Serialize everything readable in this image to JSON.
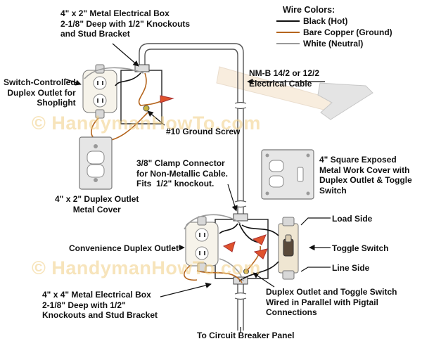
{
  "watermark": "© HandymanHowTo.com",
  "legend": {
    "title": "Wire Colors:",
    "items": [
      {
        "label": "Black (Hot)",
        "color": "#111111"
      },
      {
        "label": "Bare Copper (Ground)",
        "color": "#b5651d"
      },
      {
        "label": "White (Neutral)",
        "color": "#9a9a9a"
      }
    ]
  },
  "labels": {
    "box_top": "4\" x 2\" Metal Electrical Box\n2-1/8\" Deep with 1/2\" Knockouts\nand Stud Bracket",
    "switch_outlet": "Switch-Controlled\nDuplex Outlet for\nShoplight",
    "cable": "NM-B 14/2 or 12/2\nElectrical Cable",
    "ground_screw": "#10 Ground Screw",
    "cover_small": "4\" x 2\" Duplex Outlet\nMetal Cover",
    "clamp": "3/8\" Clamp Connector\nfor Non-Metallic Cable.\nFits  1/2\" knockout.",
    "cover_square": "4\" Square Exposed\nMetal Work Cover with\nDuplex Outlet & Toggle\nSwitch",
    "load_side": "Load Side",
    "toggle": "Toggle Switch",
    "line_side": "Line Side",
    "convenience": "Convenience Duplex Outlet",
    "box_bottom": "4\" x 4\" Metal Electrical Box\n2-1/8\" Deep with 1/2\"\nKnockouts and Stud Bracket",
    "parallel": "Duplex Outlet and Toggle Switch\nWired in Parallel with Pigtail\nConnections",
    "panel": "To Circuit Breaker Panel"
  }
}
